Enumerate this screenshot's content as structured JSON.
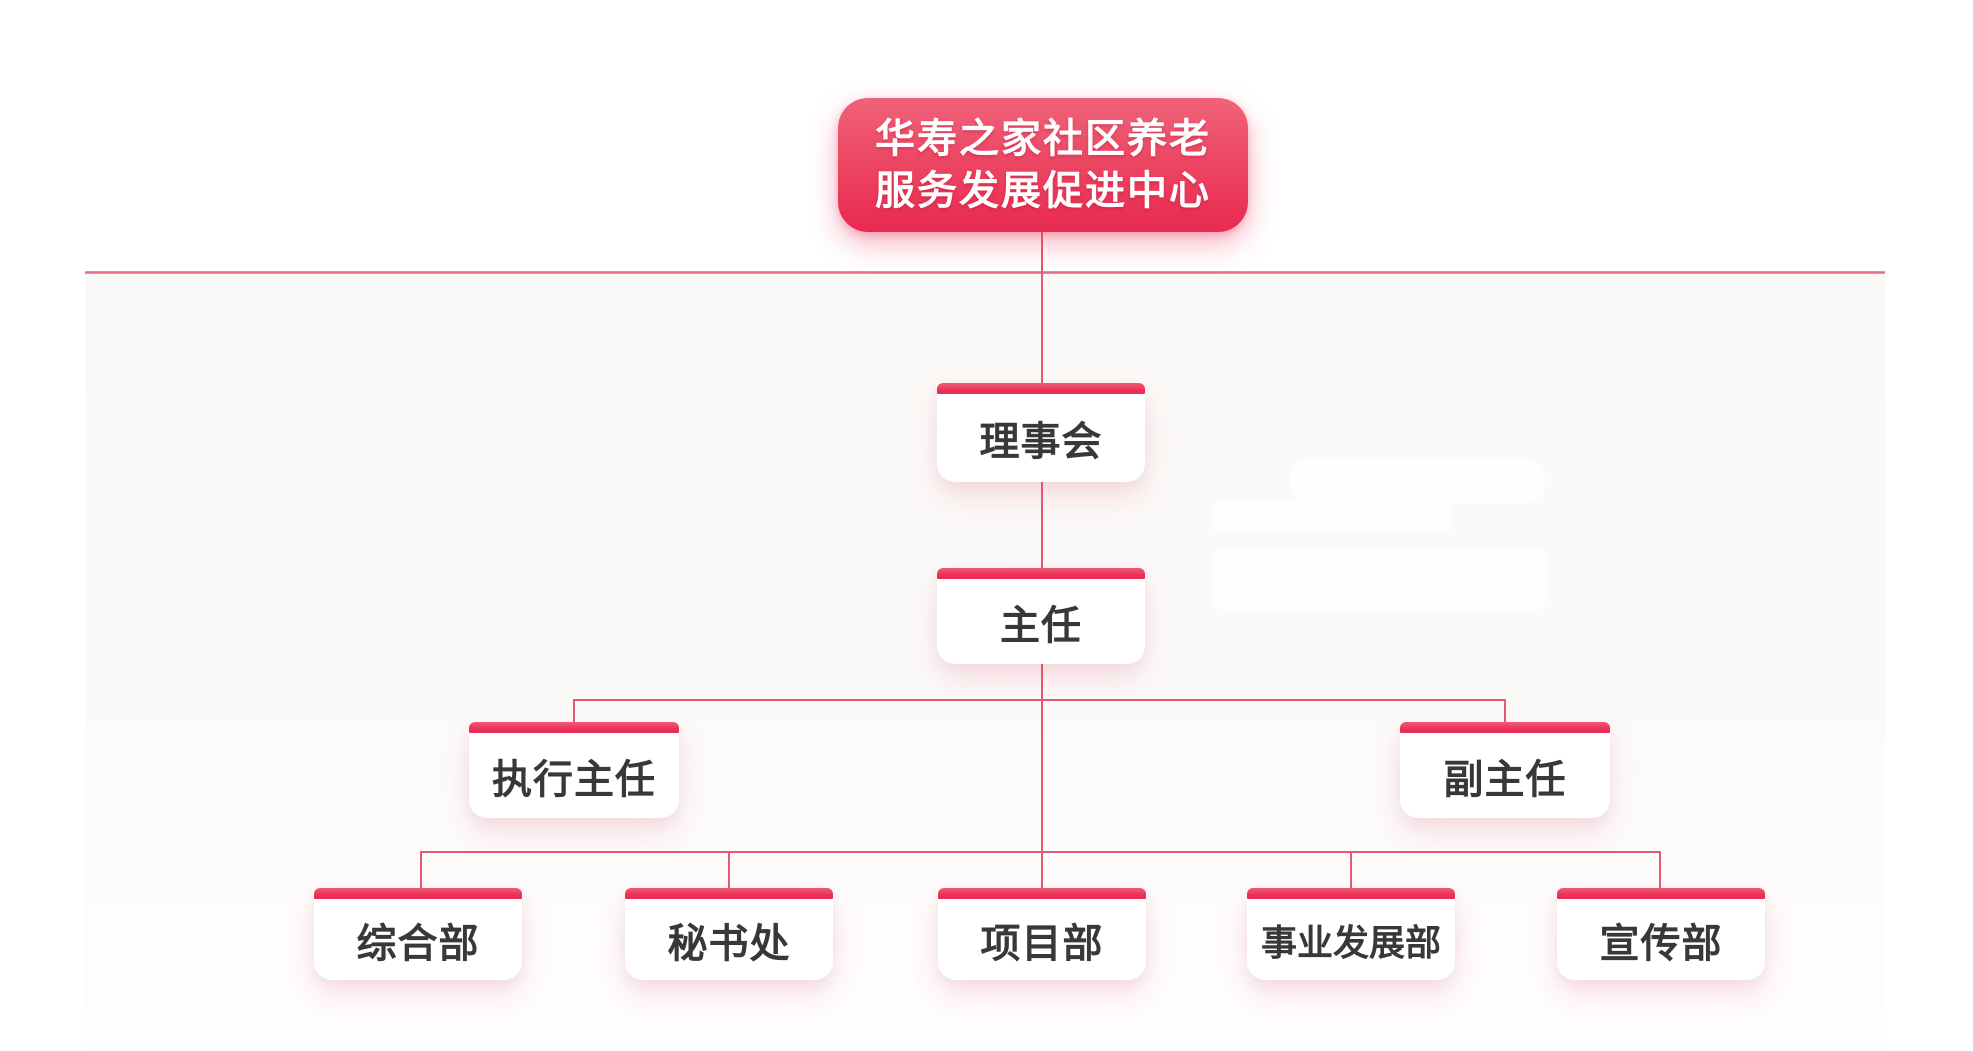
{
  "chart": {
    "root": {
      "line1": "华寿之家社区养老",
      "line2": "服务发展促进中心"
    },
    "level1": {
      "label": "理事会"
    },
    "level2": {
      "label": "主任"
    },
    "level3": [
      {
        "label": "执行主任"
      },
      {
        "label": "副主任"
      }
    ],
    "level4": [
      {
        "label": "综合部"
      },
      {
        "label": "秘书处"
      },
      {
        "label": "项目部"
      },
      {
        "label": "事业发展部"
      },
      {
        "label": "宣传部"
      }
    ]
  },
  "colors": {
    "accent_bar": "#ea2d54",
    "root_gradient_top": "#ef6379",
    "root_gradient_bottom": "#e92950",
    "connector_line": "#e75872",
    "divider_line": "#ec5f7b",
    "node_text": "#383838",
    "panel_background": "#fbf9f7"
  }
}
